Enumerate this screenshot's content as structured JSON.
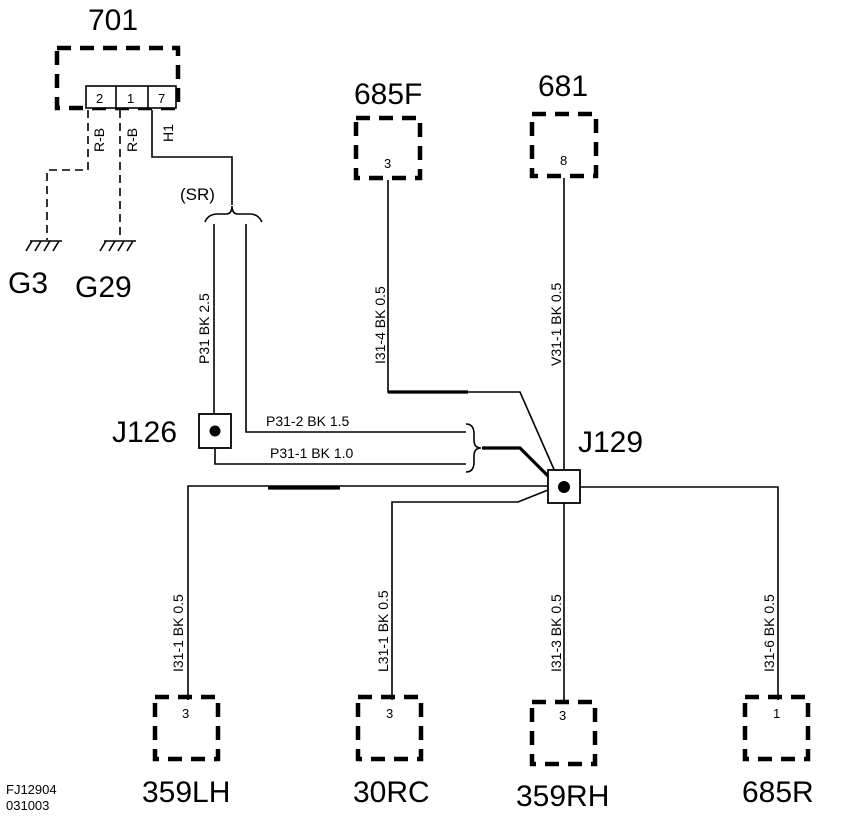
{
  "connectors": {
    "c701": {
      "label": "701",
      "pins": [
        "2",
        "1",
        "7"
      ]
    },
    "c685F": {
      "label": "685F",
      "pin": "3"
    },
    "c681": {
      "label": "681",
      "pin": "8"
    },
    "c359LH": {
      "label": "359LH",
      "pin": "3"
    },
    "c30RC": {
      "label": "30RC",
      "pin": "3"
    },
    "c359RH": {
      "label": "359RH",
      "pin": "3"
    },
    "c685R": {
      "label": "685R",
      "pin": "1"
    }
  },
  "grounds": {
    "g3": "G3",
    "g29": "G29"
  },
  "splices": {
    "j126": "J126",
    "j129": "J129"
  },
  "wires": {
    "rb_a": "R-B",
    "rb_b": "R-B",
    "h1": "H1",
    "sr": "(SR)",
    "p31": "P31  BK  2.5",
    "p31_2": "P31-2   BK    1.5",
    "p31_1": "P31-1  BK   1.0",
    "i31_4": "I31-4  BK  0.5",
    "v31_1": "V31-1  BK  0.5",
    "i31_1": "I31-1  BK  0.5",
    "l31_1": "L31-1  BK  0.5",
    "i31_3": "I31-3   BK  0.5",
    "i31_6": "I31-6  BK  0.5"
  },
  "footer": {
    "code": "FJ12904",
    "date": "031003"
  }
}
